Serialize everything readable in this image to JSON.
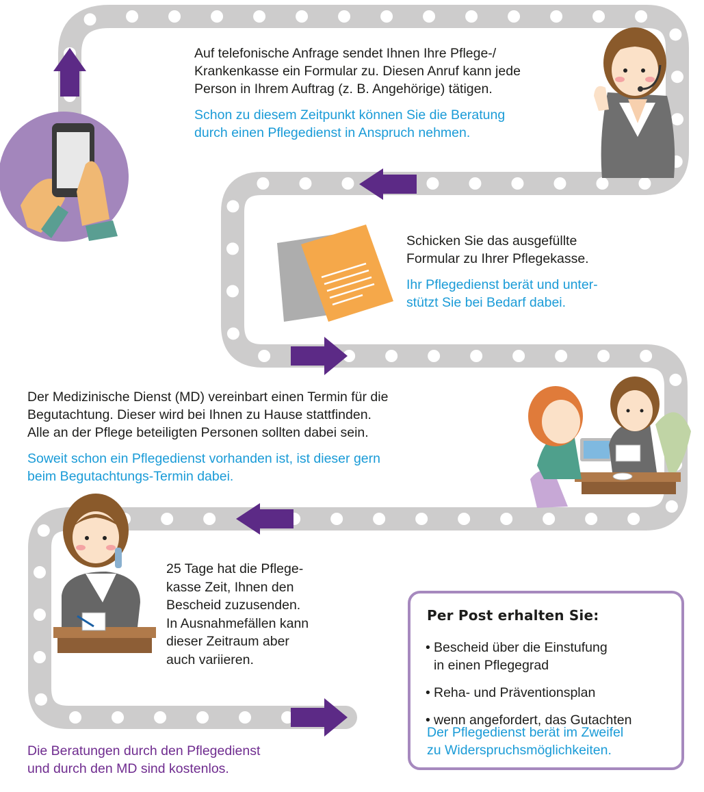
{
  "steps": [
    {
      "main": [
        "Auf telefonische Anfrage sendet Ihnen Ihre Pflege-/",
        "Krankenkasse ein Formular zu. Diesen Anruf kann jede",
        "Person in Ihrem Auftrag (z. B. Angehörige) tätigen."
      ],
      "note": [
        "Schon zu diesem Zeitpunkt können Sie die Beratung",
        "durch einen Pflegedienst in Anspruch nehmen."
      ]
    },
    {
      "main": [
        "Schicken Sie das ausgefüllte",
        "Formular zu Ihrer Pflegekasse."
      ],
      "note": [
        "Ihr Pflegedienst berät und unter-",
        "stützt Sie bei Bedarf dabei."
      ]
    },
    {
      "main": [
        "Der Medizinische Dienst (MD) vereinbart einen Termin für die",
        "Begutachtung. Dieser wird bei Ihnen zu Hause stattfinden.",
        "Alle an der Pflege beteiligten Personen sollten dabei sein."
      ],
      "note": [
        "Soweit schon ein Pflegedienst vorhanden ist, ist dieser gern",
        "beim Begutachtungs-Termin dabei."
      ]
    },
    {
      "main": [
        "25 Tage hat die Pflege-",
        "kasse Zeit, Ihnen den",
        "Bescheid zuzusenden.",
        "In Ausnahmefällen kann",
        "dieser Zeitraum aber",
        "auch variieren."
      ]
    }
  ],
  "result_box": {
    "title": "Per Post erhalten Sie:",
    "items": [
      "Bescheid über die Einstufung",
      "in einen Pflegegrad",
      "Reha- und Präventionsplan",
      "wenn angefordert, das Gutachten"
    ],
    "note": [
      "Der Pflegedienst berät im Zweifel",
      "zu Widerspruchsmöglichkeiten."
    ]
  },
  "footer_note": [
    "Die Beratungen durch den Pflegedienst",
    "und durch den MD sind kostenlos."
  ],
  "colors": {
    "track": "#cdcccc",
    "dots": "#ffffff",
    "arrow": "#5c2a86",
    "note_blue": "#1a9bd7",
    "footer_purple": "#6f2c8f",
    "box_border": "#a689be",
    "phone_circle": "#a386bc",
    "doc_orange": "#f5a84a",
    "doc_gray": "#adadad"
  },
  "icons": [
    "phone-in-hand-icon",
    "headset-agent-icon",
    "document-icon",
    "consultation-icon",
    "agent-on-phone-icon"
  ]
}
